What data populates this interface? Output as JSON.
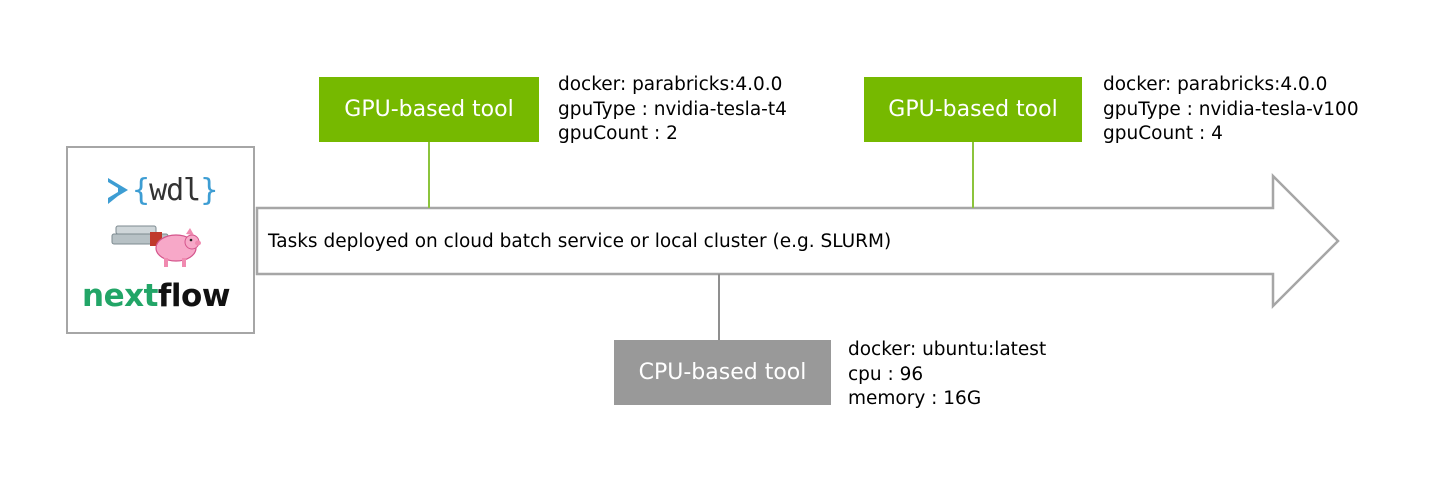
{
  "colors": {
    "gpu": "#76b900",
    "cpu": "#999999",
    "arrow_stroke": "#a6a6a6",
    "nextflow_green": "#22a567",
    "wdl_blue": "#3d9dd3"
  },
  "logos": {
    "wdl": {
      "open": "{",
      "name": "wdl",
      "close": "}"
    },
    "nextflow": {
      "part1": "next",
      "part2": "flow"
    }
  },
  "arrow": {
    "label": "Tasks deployed on cloud batch service or local cluster (e.g. SLURM)"
  },
  "gpu_tools": [
    {
      "label": "GPU-based tool",
      "specs": [
        "docker: parabricks:4.0.0",
        "gpuType : nvidia-tesla-t4",
        "gpuCount : 2"
      ]
    },
    {
      "label": "GPU-based tool",
      "specs": [
        "docker: parabricks:4.0.0",
        "gpuType : nvidia-tesla-v100",
        "gpuCount : 4"
      ]
    }
  ],
  "cpu_tool": {
    "label": "CPU-based tool",
    "specs": [
      "docker: ubuntu:latest",
      "cpu : 96",
      "memory : 16G"
    ]
  }
}
